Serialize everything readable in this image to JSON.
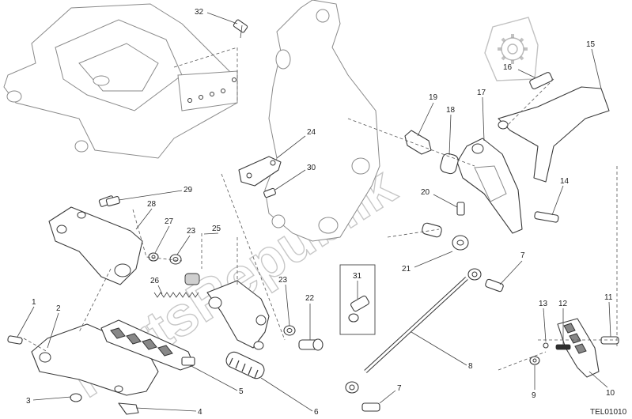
{
  "diagram": {
    "drawing_code": "TEL01010",
    "watermark_text": "PartsRepublik",
    "callouts": [
      "1",
      "2",
      "3",
      "4",
      "5",
      "6",
      "7",
      "7",
      "8",
      "9",
      "10",
      "11",
      "12",
      "13",
      "14",
      "15",
      "16",
      "17",
      "18",
      "19",
      "20",
      "21",
      "22",
      "23",
      "23",
      "24",
      "25",
      "26",
      "27",
      "28",
      "29",
      "30",
      "31",
      "32"
    ]
  }
}
